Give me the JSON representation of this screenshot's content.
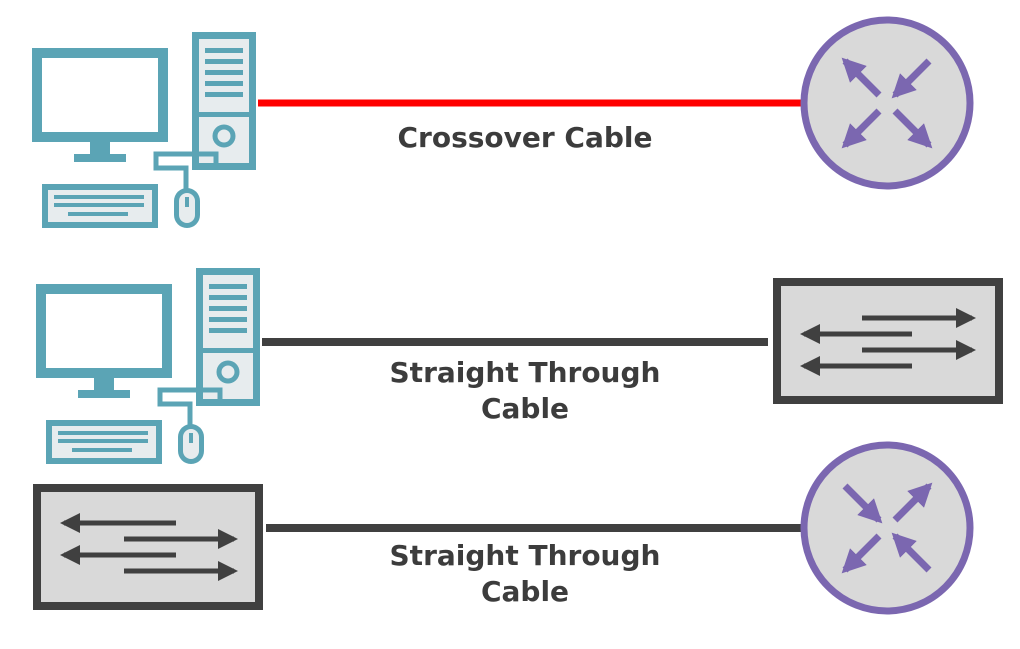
{
  "colors": {
    "pc": "#5ba4b5",
    "pc_fill": "#e7ecee",
    "router": "#7b67b0",
    "router_fill": "#d9d9d9",
    "switch_border": "#404040",
    "switch_fill": "#d9d9d9",
    "crossover": "#ff0000",
    "straight": "#404040"
  },
  "rows": [
    {
      "left_device": "pc-icon",
      "right_device": "router-icon",
      "cable": "crossover",
      "label_lines": [
        "Crossover Cable"
      ]
    },
    {
      "left_device": "pc-icon",
      "right_device": "switch-icon",
      "cable": "straight-through",
      "label_lines": [
        "Straight Through",
        "Cable"
      ]
    },
    {
      "left_device": "switch-icon",
      "right_device": "router-icon",
      "cable": "straight-through",
      "label_lines": [
        "Straight Through",
        "Cable"
      ]
    }
  ]
}
